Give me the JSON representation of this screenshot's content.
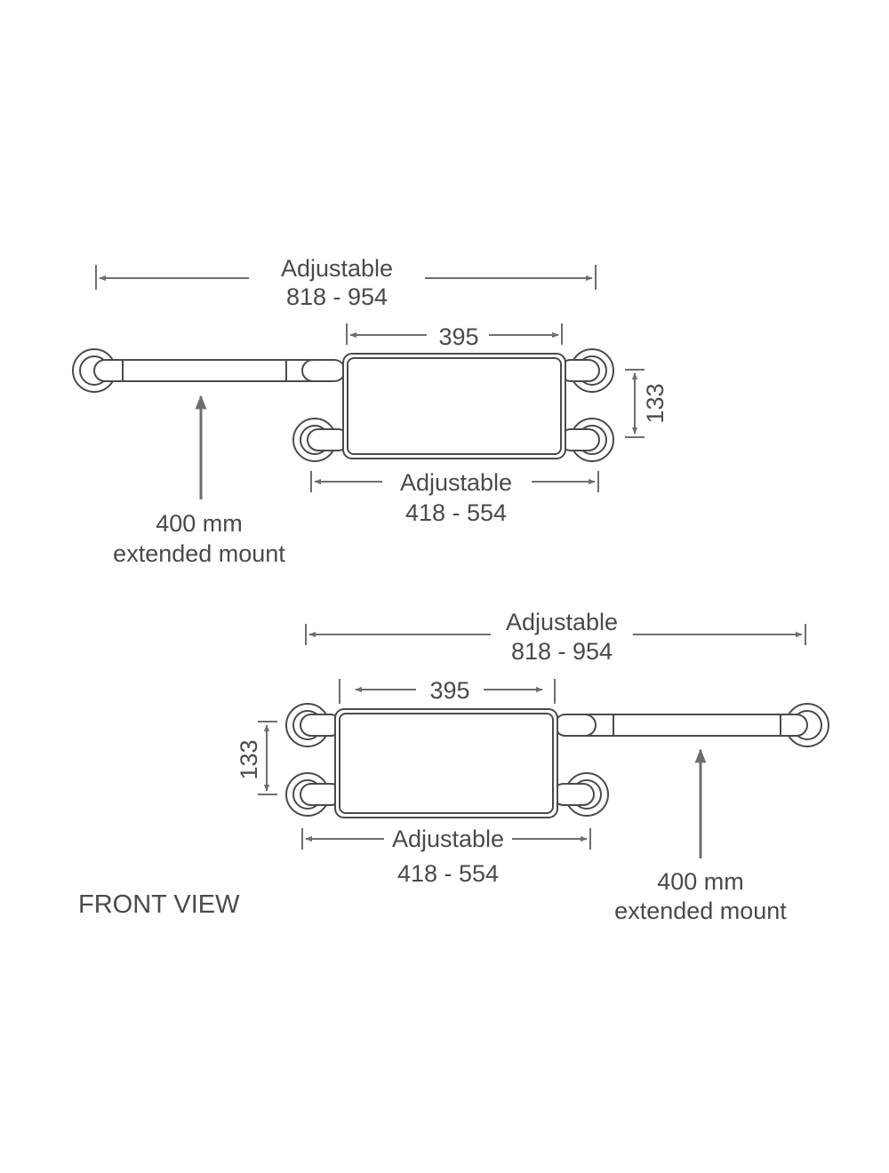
{
  "colors": {
    "line": "#4a4a4a",
    "dimension": "#6e6e6e",
    "text": "#4a4a4a",
    "background": "#ffffff"
  },
  "top_view": {
    "overall_label": "Adjustable",
    "overall_range": "818 - 954",
    "pad_width": "395",
    "bracket_spacing": "133",
    "lower_label": "Adjustable",
    "lower_range": "418 - 554",
    "mount_length": "400 mm",
    "mount_label": "extended mount"
  },
  "bottom_view": {
    "overall_label": "Adjustable",
    "overall_range": "818 - 954",
    "pad_width": "395",
    "bracket_spacing": "133",
    "lower_label": "Adjustable",
    "lower_range": "418 - 554",
    "mount_length": "400 mm",
    "mount_label": "extended mount"
  },
  "view_caption": "FRONT VIEW"
}
